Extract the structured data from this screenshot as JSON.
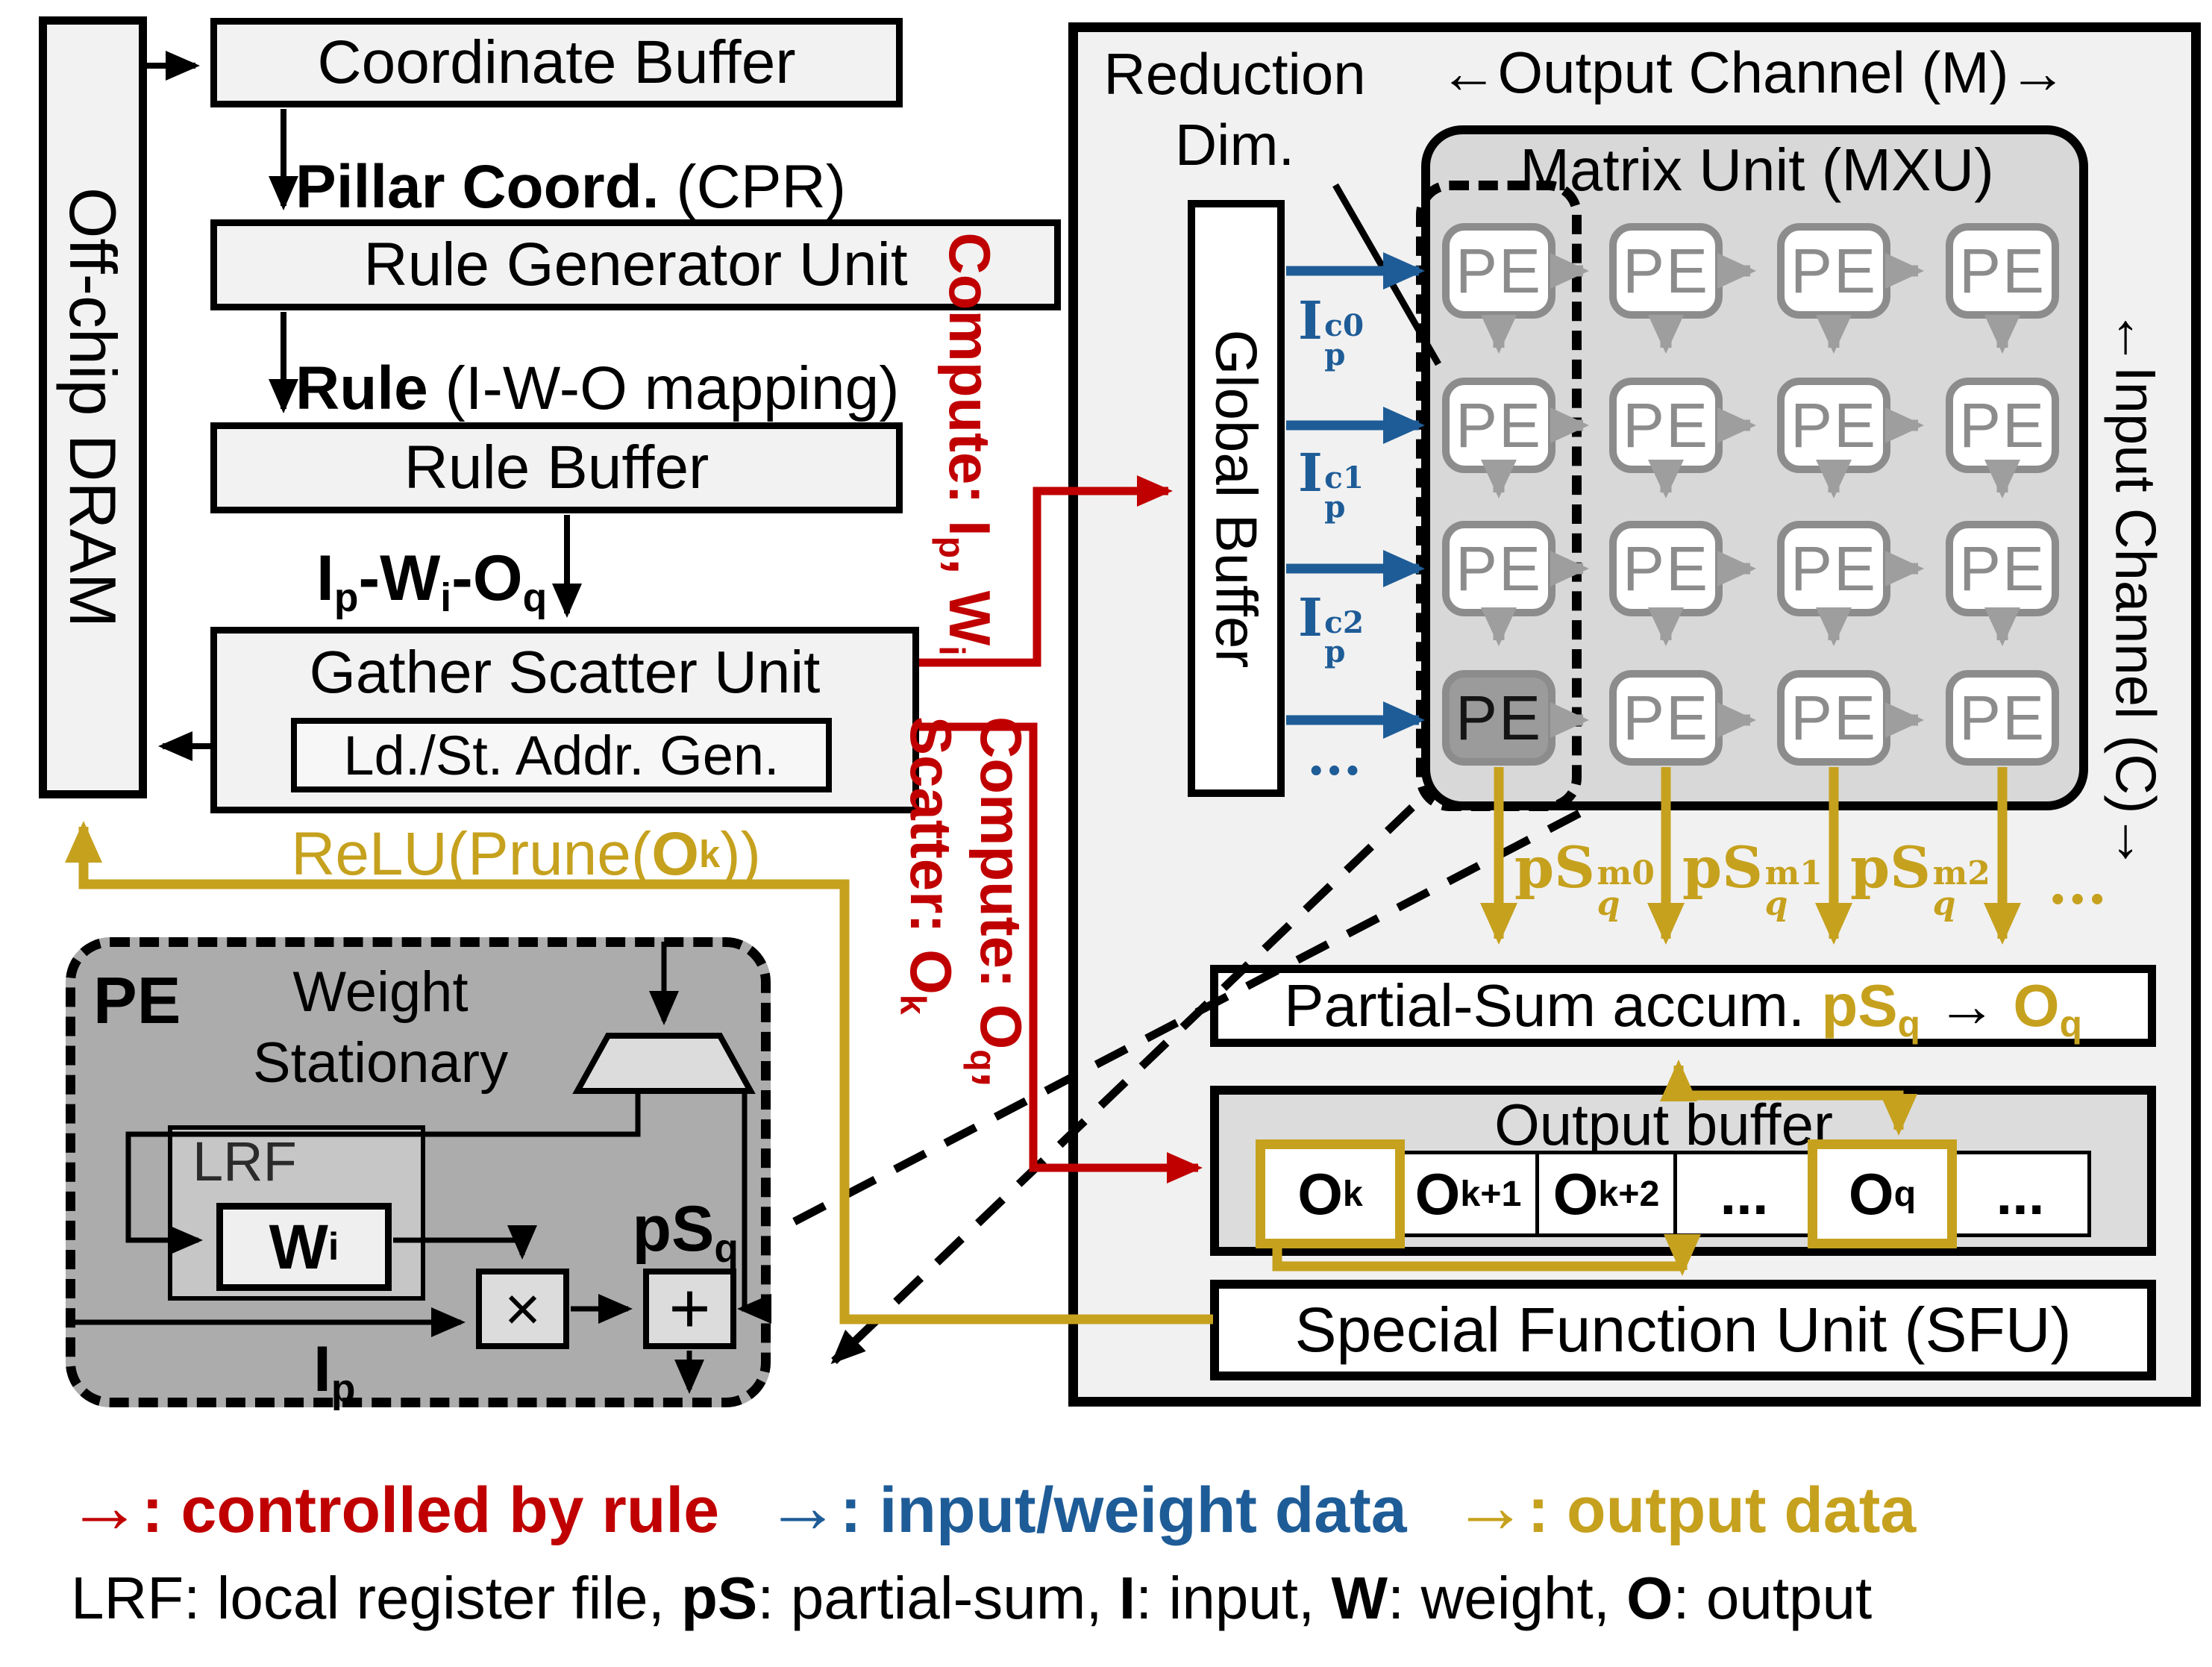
{
  "colors": {
    "rule_red": "#C00000",
    "data_blue": "#1E5C97",
    "output_gold": "#C6A11E",
    "mxu_gray": "#D8D8D8",
    "panel_gray": "#F1F1F1",
    "pe_detail_gray": "#ACACAC"
  },
  "left": {
    "dram": "Off-chip DRAM",
    "coordinate_buffer": "Coordinate Buffer",
    "pillar_bold": "Pillar Coord.",
    "pillar_rest": " (CPR)",
    "rule_generator": "Rule Generator Unit",
    "rule_bold": "Rule",
    "rule_rest": " (I-W-O mapping)",
    "rule_buffer": "Rule Buffer",
    "iwo": {
      "i": "I",
      "ip": "p",
      "d1": "-",
      "w": "W",
      "wi": "i",
      "d2": "-",
      "o": "O",
      "oq": "q"
    },
    "gather_scatter": "Gather Scatter Unit",
    "ldst": "Ld./St. Addr. Gen.",
    "relu": {
      "pre": "ReLU(Prune(",
      "o": "O",
      "ok": "k",
      "post": "))"
    }
  },
  "red_labels": {
    "a": {
      "pre": "Compute: ",
      "i": "I",
      "isub": "p",
      "mid": ", ",
      "w": "W",
      "wsub": "i"
    },
    "b1": {
      "pre": "Compute: ",
      "o": "O",
      "osub": "q",
      "post": ","
    },
    "b2": {
      "pre": "Scatter: ",
      "o": "O",
      "osub": "k"
    }
  },
  "rp": {
    "reduction1": "Reduction",
    "reduction2": "Dim.",
    "out_ch": "←Output Channel (M)→",
    "in_ch": "←Input Channel (C)→",
    "mxu": "Matrix Unit (MXU)",
    "gb": "Global Buffer",
    "pe": "PE",
    "inputs": [
      {
        "b": "I",
        "sub": "p",
        "sup": "c0"
      },
      {
        "b": "I",
        "sub": "p",
        "sup": "c1"
      },
      {
        "b": "I",
        "sub": "p",
        "sup": "c2"
      },
      {
        "dots": "..."
      }
    ],
    "ps": [
      {
        "b": "pS",
        "sub": "q",
        "sup": "m0"
      },
      {
        "b": "pS",
        "sub": "q",
        "sup": "m1"
      },
      {
        "b": "pS",
        "sub": "q",
        "sup": "m2"
      },
      {
        "dots": "..."
      }
    ],
    "psum": {
      "black": "Partial-Sum accum. ",
      "ps": "pS",
      "ps_sub": "q",
      "arrow": " → ",
      "o": "O",
      "o_sub": "q"
    },
    "obuf_title": "Output buffer",
    "cells": [
      {
        "b": "O",
        "s": "k"
      },
      {
        "b": "O",
        "s": "k+1"
      },
      {
        "b": "O",
        "s": "k+2"
      },
      {
        "d": "..."
      },
      {
        "b": "O",
        "s": "q"
      },
      {
        "d": "..."
      }
    ],
    "sfu": "Special Function Unit (SFU)"
  },
  "pe_detail": {
    "pe": "PE",
    "w1": "Weight",
    "w2": "Stationary",
    "lrf": "LRF",
    "w": "W",
    "wsub": "i",
    "ps": "pS",
    "pssub": "q",
    "ip": "I",
    "ipsub": "p",
    "times": "×",
    "plus": "+"
  },
  "legend": {
    "arrow": "→",
    "rule_text": ": controlled by rule",
    "input_text": ": input/weight data",
    "output_text": ": output data",
    "r1": "LRF: local register file, ",
    "b1": "pS",
    "r2": ": partial-sum, ",
    "b2": "I",
    "r3": ": input, ",
    "b3": "W",
    "r4": ": weight, ",
    "b4": "O",
    "r5": ": output"
  }
}
